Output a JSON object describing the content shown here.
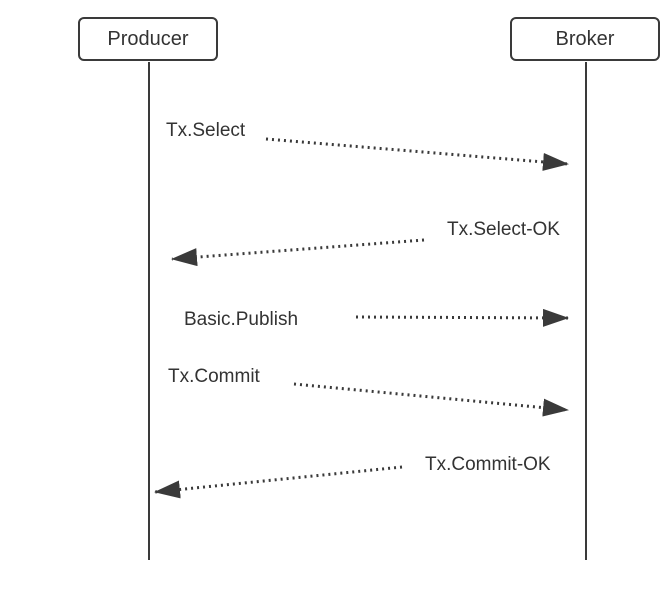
{
  "participants": {
    "producer": "Producer",
    "broker": "Broker"
  },
  "messages": [
    {
      "label": "Tx.Select",
      "direction": "producer-to-broker"
    },
    {
      "label": "Tx.Select-OK",
      "direction": "broker-to-producer"
    },
    {
      "label": "Basic.Publish",
      "direction": "producer-to-broker"
    },
    {
      "label": "Tx.Commit",
      "direction": "producer-to-broker"
    },
    {
      "label": "Tx.Commit-OK",
      "direction": "broker-to-producer"
    }
  ],
  "colors": {
    "line": "#3a3a3a",
    "text": "#333333",
    "arrow": "#3a3a3a"
  }
}
